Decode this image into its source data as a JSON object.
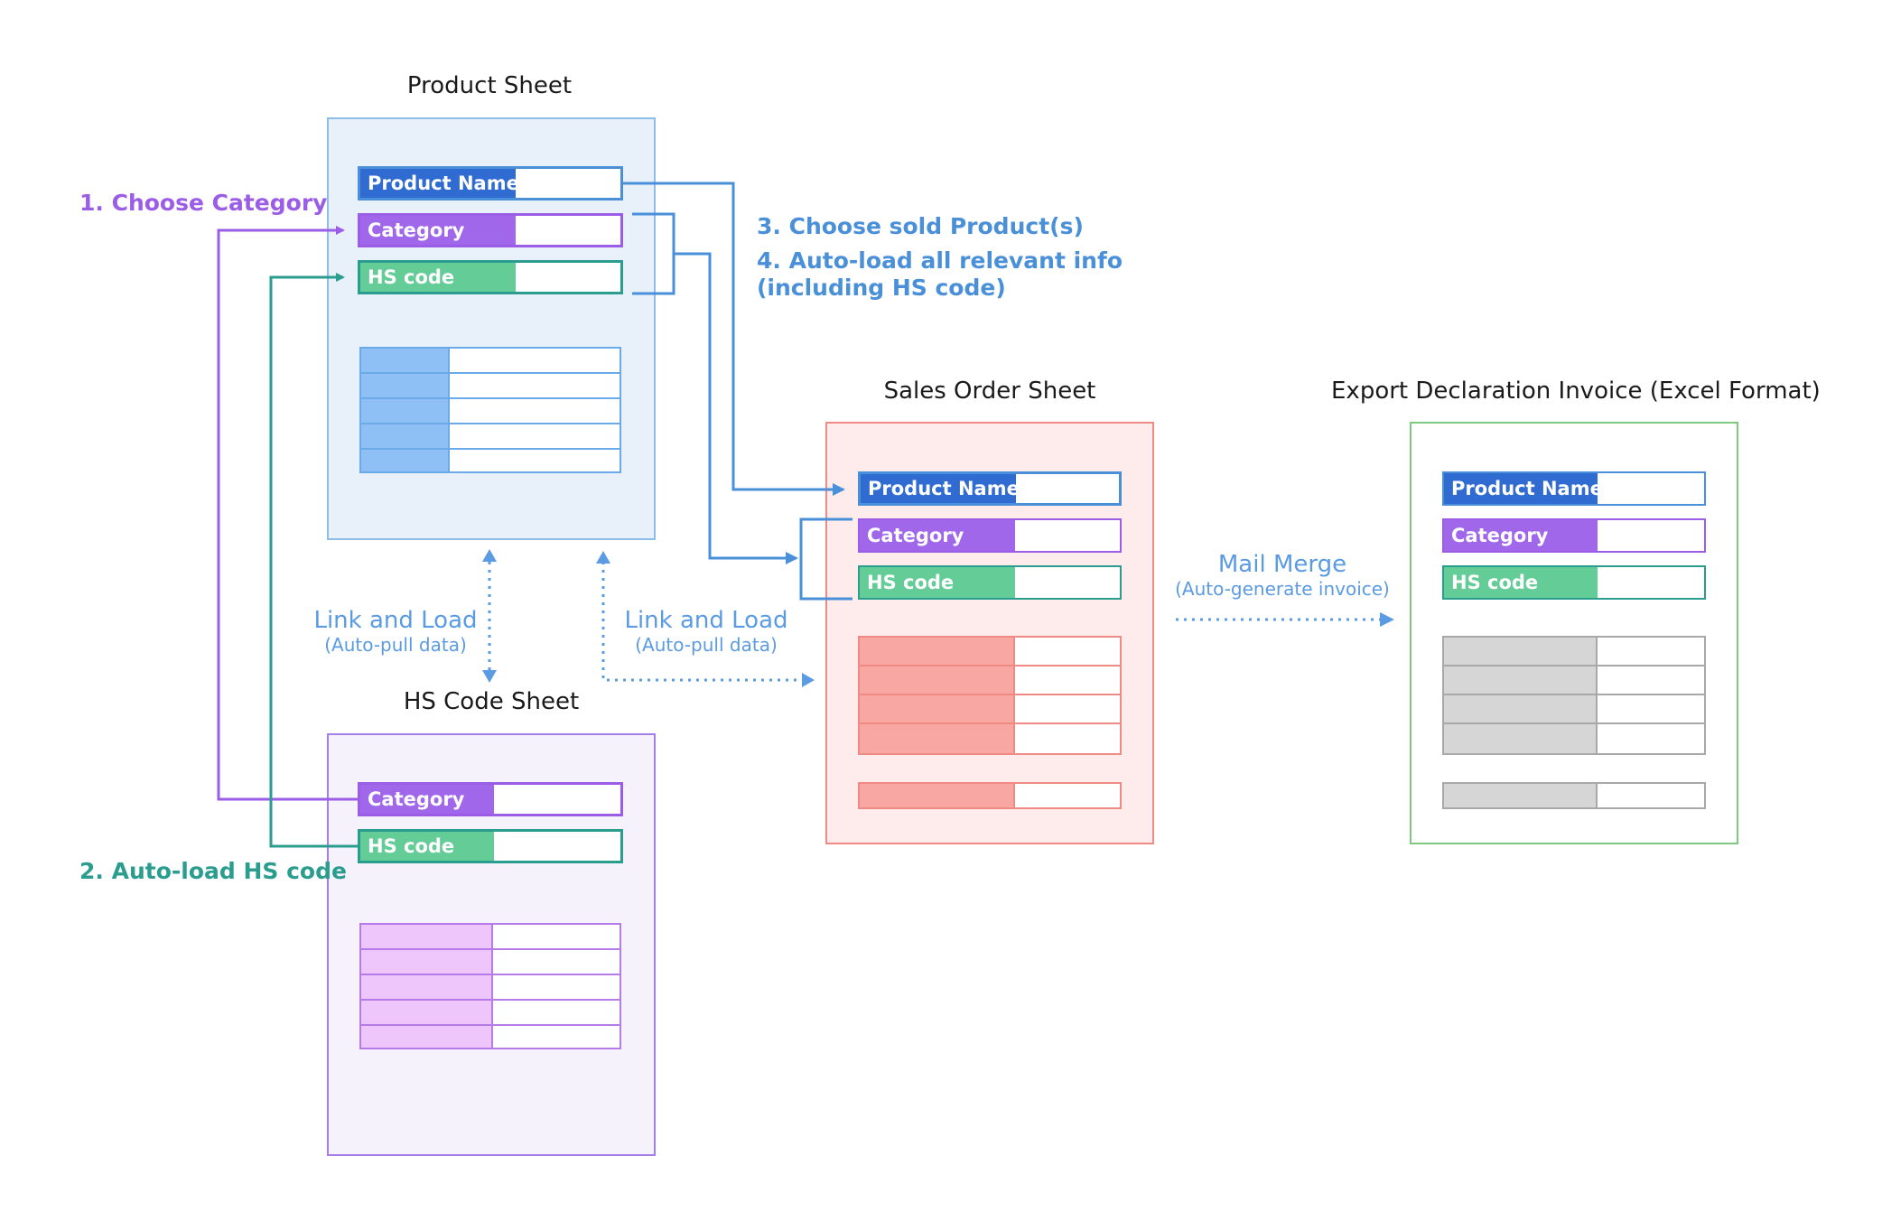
{
  "sheets": {
    "product": {
      "title": "Product Sheet",
      "fields": [
        "Product Name",
        "Category",
        "HS code"
      ]
    },
    "hscode": {
      "title": "HS Code Sheet",
      "fields": [
        "Category",
        "HS code"
      ]
    },
    "sales": {
      "title": "Sales Order Sheet",
      "fields": [
        "Product Name",
        "Category",
        "HS code"
      ]
    },
    "export": {
      "title": "Export Declaration Invoice (Excel Format)",
      "fields": [
        "Product Name",
        "Category",
        "HS code"
      ]
    }
  },
  "steps": {
    "s1": "1. Choose Category",
    "s2": "2. Auto-load HS code",
    "s3": "3. Choose sold Product(s)",
    "s4a": "4. Auto-load all relevant info",
    "s4b": "(including HS code)"
  },
  "links": {
    "left": {
      "main": "Link and Load",
      "sub": "(Auto-pull data)"
    },
    "right": {
      "main": "Link and Load",
      "sub": "(Auto-pull data)"
    },
    "merge": {
      "main": "Mail Merge",
      "sub": "(Auto-generate invoice)"
    }
  },
  "colors": {
    "product_name": "#2f6bd0",
    "category": "#a067eb",
    "hs_code": "#63cc97",
    "step_purple": "#9b5de5",
    "step_teal": "#2a9d8f",
    "step_blue": "#4a90d9",
    "link_blue": "#5b9be3"
  }
}
